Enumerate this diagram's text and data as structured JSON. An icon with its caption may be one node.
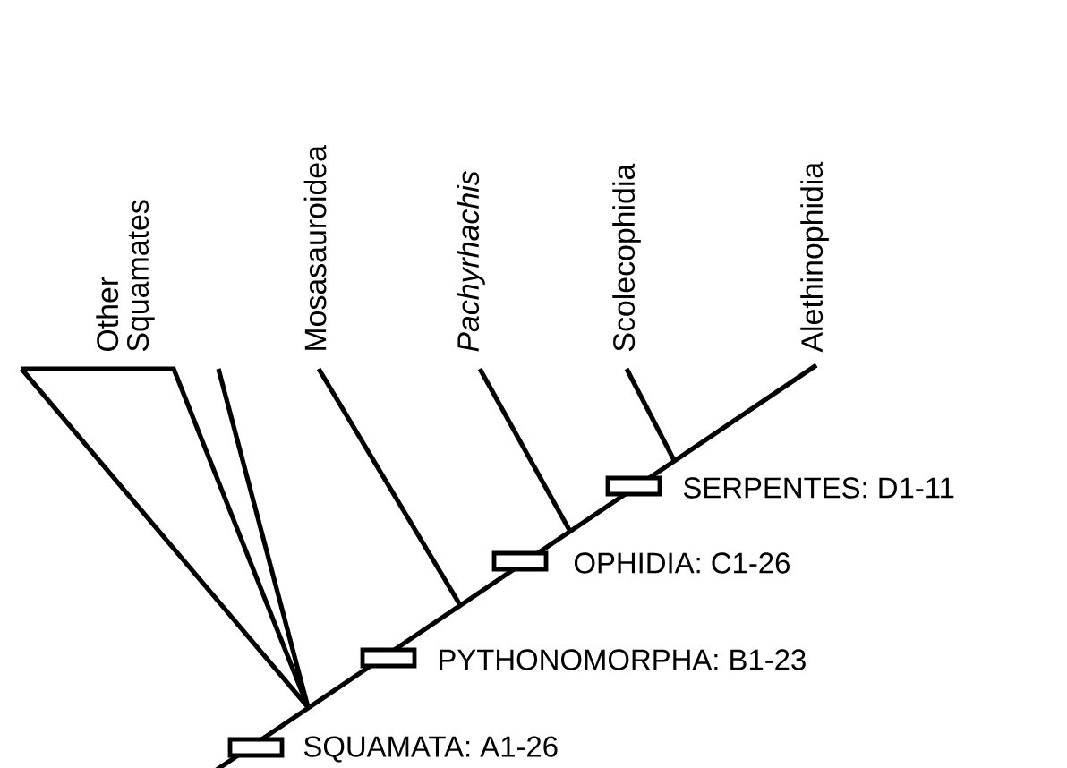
{
  "diagram": {
    "nodes": [
      {
        "text": [],
        "shape": "box",
        "beside": [
          "SQUAMATA: A1-26"
        ]
      },
      {
        "text": [],
        "shape": "box",
        "beside": [
          "PYTHONOMORPHA: B1-23"
        ]
      },
      {
        "text": [],
        "shape": "box",
        "beside": [
          "OPHIDIA: C1-26"
        ]
      },
      {
        "text": [],
        "shape": "box",
        "beside": [
          "SERPENTES: D1-11"
        ]
      }
    ],
    "labels": [
      "Other Squamates",
      "Mosasauroidea",
      "Pachyrhachis",
      "Scolecophidia",
      "Alethinophidia"
    ]
  }
}
